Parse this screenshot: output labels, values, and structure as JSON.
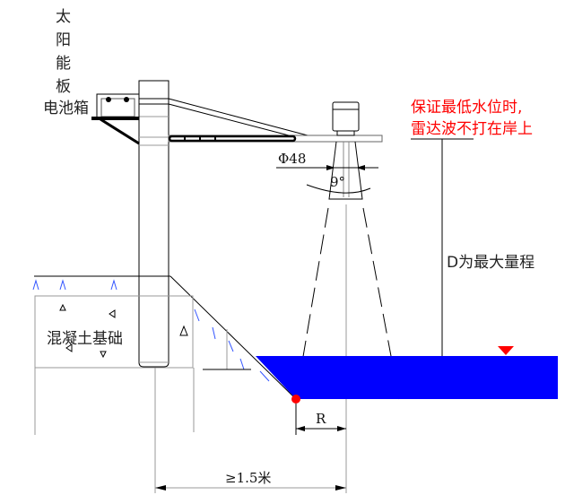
{
  "labels": {
    "solar_panel": [
      "太",
      "阳",
      "能",
      "板"
    ],
    "battery_box": "电池箱",
    "note_line1": "保证最低水位时,",
    "note_line2": "雷达波不打在岸上",
    "diameter": "Φ48",
    "angle": "9°",
    "max_range": "D为最大量程",
    "foundation": "混凝土基础",
    "radius": "R",
    "distance": "≥1.5米"
  },
  "colors": {
    "water": "#0000ff",
    "note": "#ff0000",
    "marker": "#ff0000",
    "grass": "#3355ff"
  }
}
